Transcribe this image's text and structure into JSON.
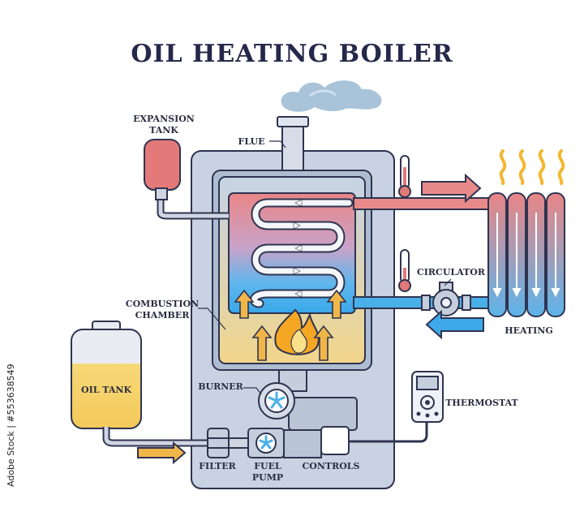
{
  "title": "OIL HEATING BOILER",
  "labels": {
    "expansion_tank_1": "EXPANSION",
    "expansion_tank_2": "TANK",
    "flue": "FLUE",
    "circulator": "CIRCULATOR",
    "heating": "HEATING",
    "combustion_1": "COMBUSTION",
    "combustion_2": "CHAMBER",
    "oil_tank": "OIL TANK",
    "burner": "BURNER",
    "thermostat": "THERMOSTAT",
    "filter": "FILTER",
    "fuel_pump_1": "FUEL",
    "fuel_pump_2": "PUMP",
    "controls": "CONTROLS"
  },
  "watermark": "Adobe Stock | #553638549",
  "colors": {
    "hot": "#e77b7b",
    "cold": "#4ab0e8",
    "casing": "#c8d2e2",
    "oil": "#f5d06a",
    "flame": "#f5a623",
    "arrow_gold": "#f0b64a",
    "outline": "#2f3450"
  }
}
